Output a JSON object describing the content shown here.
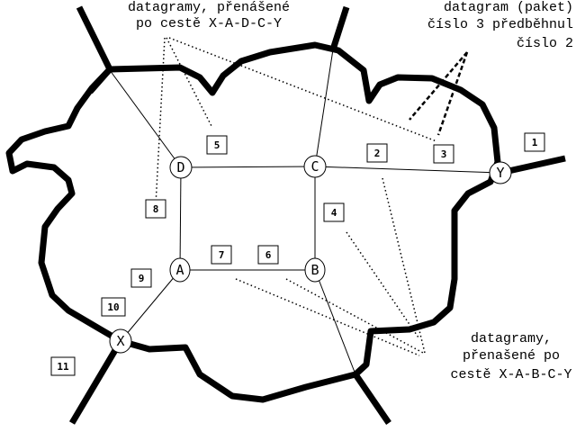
{
  "annotations": {
    "top_left": [
      "datagramy, přenášené",
      "po cestě X-A-D-C-Y"
    ],
    "top_right": [
      "datagram (paket)",
      "číslo 3 předběhnul",
      "číslo 2"
    ],
    "bottom_right": [
      "datagramy,",
      "přenašené po",
      "cestě X-A-B-C-Y"
    ]
  },
  "nodes": {
    "A": "A",
    "B": "B",
    "C": "C",
    "D": "D",
    "Y": "Y",
    "X": "X"
  },
  "packets": [
    "1",
    "2",
    "3",
    "4",
    "5",
    "6",
    "7",
    "8",
    "9",
    "10",
    "11"
  ],
  "colors": {
    "ink": "#000000",
    "background": "#ffffff"
  }
}
